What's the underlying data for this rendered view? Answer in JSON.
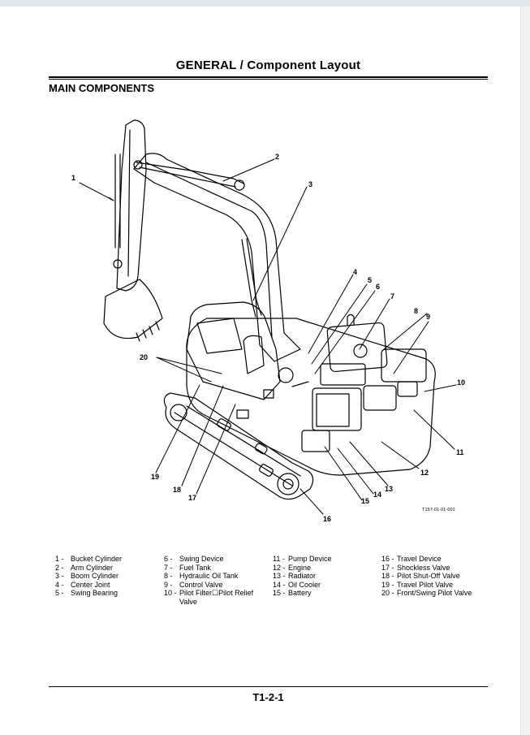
{
  "header": {
    "title": "GENERAL / Component Layout"
  },
  "section_title": "MAIN COMPONENTS",
  "figure": {
    "reference": "T157-01-01-001",
    "callouts": [
      "1",
      "2",
      "3",
      "4",
      "5",
      "6",
      "7",
      "8",
      "9",
      "10",
      "11",
      "12",
      "13",
      "14",
      "15",
      "16",
      "17",
      "18",
      "19",
      "20"
    ]
  },
  "legend": {
    "col1": [
      {
        "num": "1 -",
        "label": "Bucket Cylinder"
      },
      {
        "num": "2 -",
        "label": "Arm Cylinder"
      },
      {
        "num": "3 -",
        "label": "Boom Cylinder"
      },
      {
        "num": "4 -",
        "label": "Center Joint"
      },
      {
        "num": "5 -",
        "label": "Swing Bearing"
      }
    ],
    "col2": [
      {
        "num": "6 -",
        "label": "Swing Device"
      },
      {
        "num": "7 -",
        "label": "Fuel Tank"
      },
      {
        "num": "8 -",
        "label": "Hydraulic Oil Tank"
      },
      {
        "num": "9 -",
        "label": "Control Valve"
      },
      {
        "num": "10 -",
        "label": "Pilot Filter☐Pilot Relief"
      },
      {
        "num": "",
        "label": "Valve"
      }
    ],
    "col3": [
      {
        "num": "11 -",
        "label": "Pump Device"
      },
      {
        "num": "12 -",
        "label": "Engine"
      },
      {
        "num": "13 -",
        "label": "Radiator"
      },
      {
        "num": "14 -",
        "label": "Oil Cooler"
      },
      {
        "num": "15 -",
        "label": "Battery"
      }
    ],
    "col4": [
      {
        "num": "16 -",
        "label": "Travel Device"
      },
      {
        "num": "17 -",
        "label": "Shockless Valve"
      },
      {
        "num": "18 -",
        "label": "Pilot Shut-Off Valve"
      },
      {
        "num": "19 -",
        "label": "Travel Pilot Valve"
      },
      {
        "num": "20 -",
        "label": "Front/Swing Pilot Valve"
      }
    ]
  },
  "footer": {
    "page_number": "T1-2-1"
  }
}
